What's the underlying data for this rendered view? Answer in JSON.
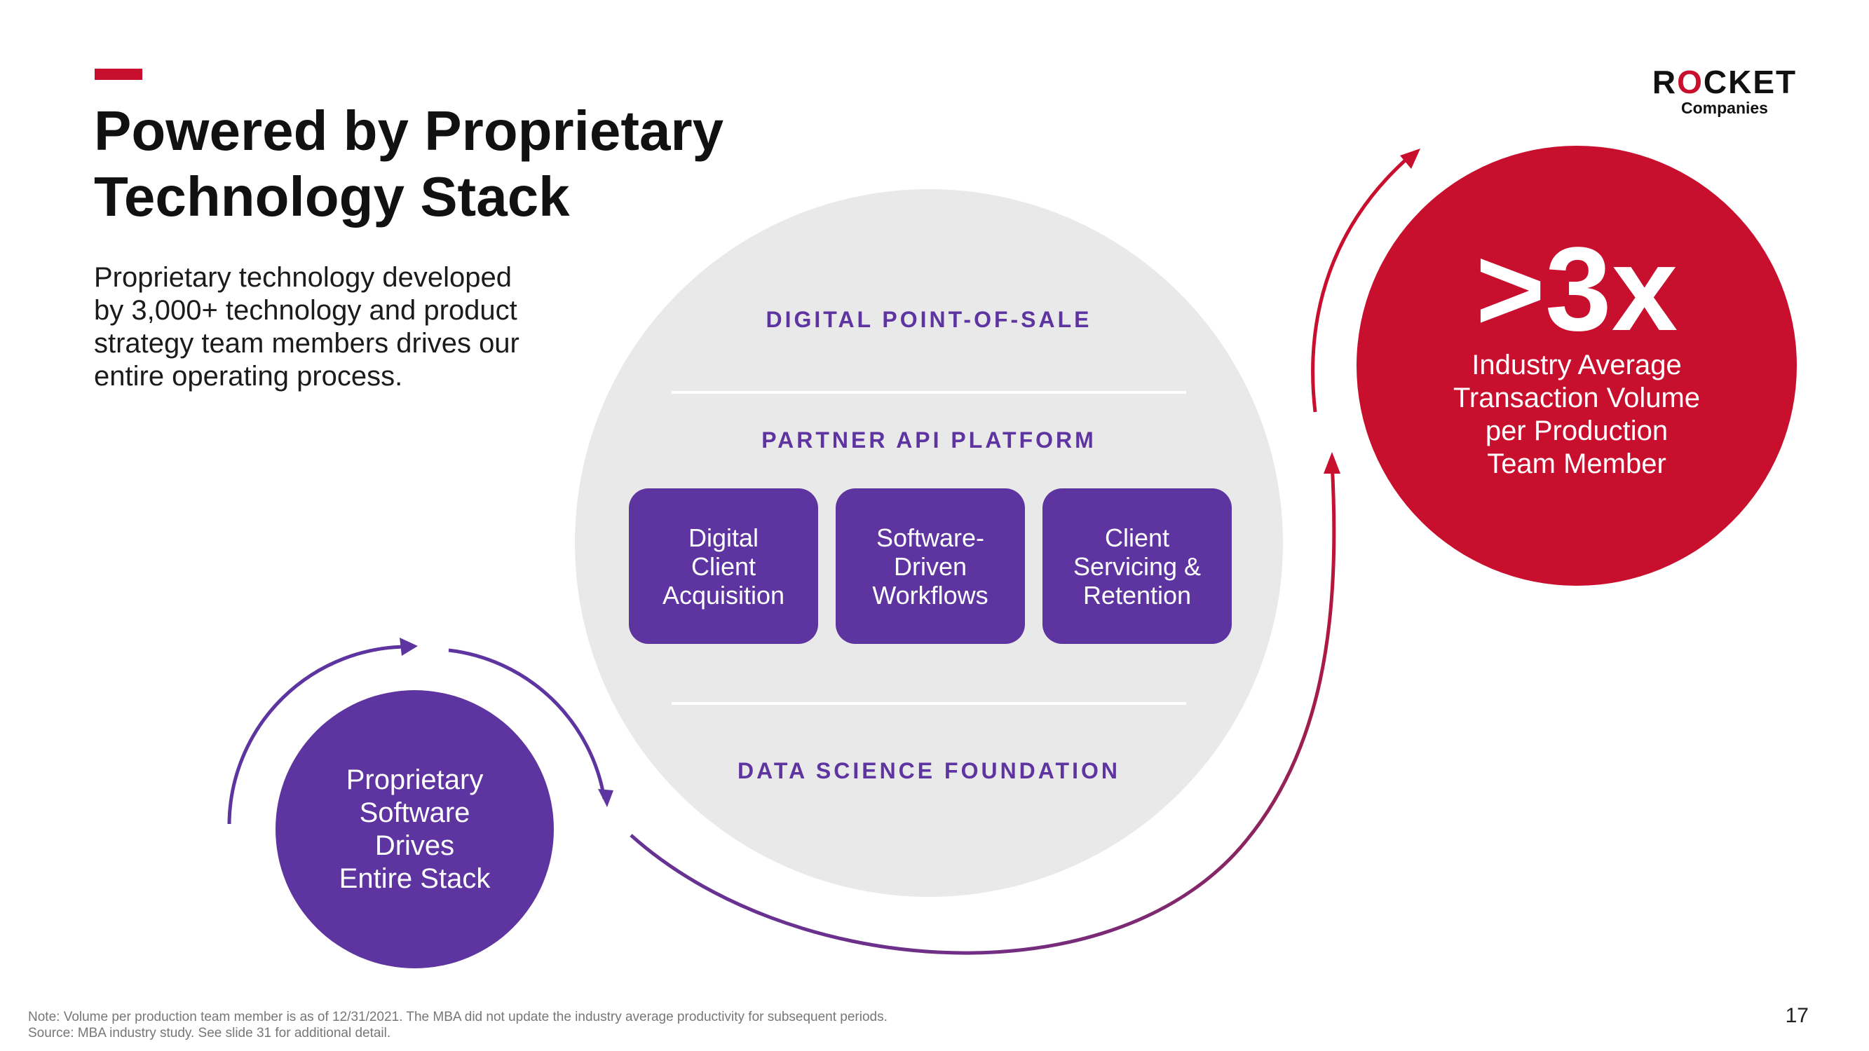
{
  "slide": {
    "title": "Powered by Proprietary Technology Stack",
    "intro": "Proprietary technology developed by 3,000+ technology and product strategy team members drives our entire operating process.",
    "logo": {
      "word_prefix": "R",
      "word_o": "O",
      "word_suffix": "CKET",
      "sub": "Companies"
    },
    "page_number": "17"
  },
  "stack": {
    "top_layer": "DIGITAL POINT-OF-SALE",
    "middle_layer": "PARTNER API PLATFORM",
    "bottom_layer": "DATA SCIENCE FOUNDATION",
    "tiles": [
      "Digital\nClient\nAcquisition",
      "Software-\nDriven\nWorkflows",
      "Client\nServicing &\nRetention"
    ]
  },
  "left_circle": {
    "text": "Proprietary\nSoftware\nDrives\nEntire Stack"
  },
  "right_circle": {
    "value": ">3x",
    "text": "Industry Average\nTransaction Volume\nper Production\nTeam Member"
  },
  "footnotes": {
    "note": "Note: Volume per production team member is as of 12/31/2021. The MBA did not update the industry average productivity for subsequent periods.",
    "source": "Source: MBA industry study. See slide 31 for additional detail."
  },
  "colors": {
    "brand_red": "#c8102e",
    "brand_purple": "#5e35a0",
    "circle_gray": "#e9e9e9"
  }
}
